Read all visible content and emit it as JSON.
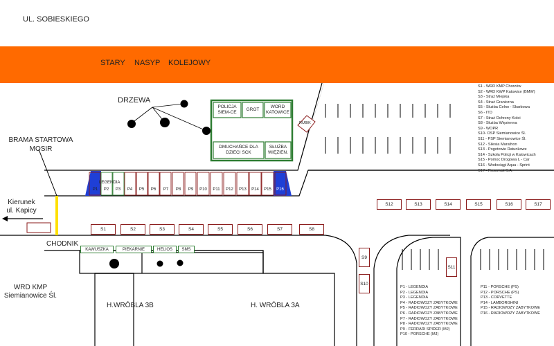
{
  "street_top": "UL. SOBIESKIEGO",
  "orange_band": {
    "color": "#ff6a00",
    "words": [
      "STARY",
      "NASYP",
      "KOLEJOWY"
    ]
  },
  "trees_label": "DRZEWA",
  "start_gate_label": "BRAMA STARTOWA MOSIR",
  "direction_label": "Kierunek ul. Kapicy",
  "sidewalk_label": "CHODNIK",
  "wrd_label": "WRD KMP Siemianowice Śl.",
  "building_3b": "H.WRÓBLA 3B",
  "building_3a": "H. WRÓBLA 3A",
  "hall_cells": {
    "policja": "POLICJA SIEM-CE",
    "grot": "GROT",
    "word": "WORD KATOWICE",
    "dmuchance": "DMUCHAŃCE DLA DZIECI SCK",
    "sluzba": "SŁUŻBA WIĘZIEN."
  },
  "rubik_label": "RUBIK",
  "legendia_label": "LEGENDIA",
  "p_spots": [
    "P1",
    "P2",
    "P3",
    "P4",
    "P5",
    "P6",
    "P7",
    "P8",
    "P9",
    "P10",
    "P11",
    "P12",
    "P13",
    "P14",
    "P15",
    "P16"
  ],
  "s_row_lower": [
    "S1",
    "S2",
    "S3",
    "S4",
    "S5",
    "S6",
    "S7",
    "S8"
  ],
  "s_row_right": [
    "S12",
    "S13",
    "S14",
    "S15",
    "S16",
    "S17"
  ],
  "s_vertical": [
    "S9",
    "S10",
    "S11"
  ],
  "shops": [
    "KAWUSZKA",
    "PIEKARNIE",
    "HELIOS",
    "SMS"
  ],
  "s_legend": [
    "S1  -  WRD KMP Chorzów",
    "S2  -  WRD KWP Katowice (BMW)",
    "S3  -  Straż Miejska",
    "S4  -  Straż Graniczna",
    "S5  -  Służba Celno - Skarbowa",
    "S6  -  ITD",
    "S7  -  Straż Ochrony Kolei",
    "S8  -  Służba Więzienna",
    "S9  -  WOPR",
    "S10-  OSP Siemianowice Śl.",
    "S11  -  PSP Siemianowice Śl.",
    "S12  -  Silesia Marathon",
    "S13  -  Pogotowie Ratunkowe",
    "S14  -  Szkoła Policji w Katowicach",
    "S15  -  Pomoc Drogowa L - Car",
    "S16  -  Wodociągi Aqua - Sprint",
    "S17  -  Rosomak S.A."
  ],
  "p_legend_left": [
    "P1   - LEGENDIA",
    "P2   - LEGENDIA",
    "P3   - LEGENDIA",
    "P4   - RADIOWOZY ZABYTKOWE",
    "P5   - RADIOWOZY ZABYTKOWE",
    "P6   - RADIOWOZY ZABYTKOWE",
    "P7   - RADIOWOZY ZABYTKOWE",
    "P8   - RADIOWOZY ZABYTKOWE",
    "P9   - FERRARI SPIDER (MJ)",
    "P10 - PORSCHE (MJ)"
  ],
  "p_legend_right": [
    "P11 - PORSCHE (PS)",
    "P12 - PORSCHE (PS)",
    "P13 - CORVETTE",
    "P14 - LAMBORGHINI",
    "P15 - RADIOWOZY ZABYTKOWE",
    "P16 - RADIOWOZY ZABYTKOWE"
  ]
}
